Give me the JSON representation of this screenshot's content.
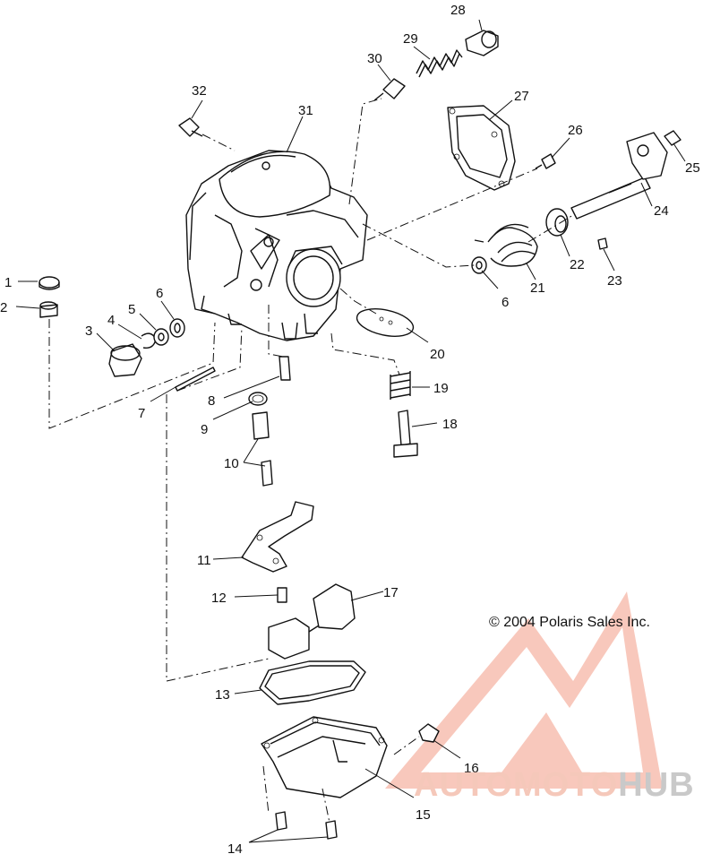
{
  "callouts": [
    "1",
    "2",
    "3",
    "4",
    "5",
    "6",
    "7",
    "8",
    "9",
    "10",
    "11",
    "12",
    "13",
    "14",
    "15",
    "16",
    "17",
    "18",
    "19",
    "20",
    "21",
    "6",
    "23",
    "24",
    "25",
    "26",
    "27",
    "28",
    "29",
    "30",
    "31",
    "32",
    "22"
  ],
  "copyright": "© 2004 Polaris Sales Inc.",
  "watermark": {
    "part1": "AUTOMOTO",
    "part2": "HUB",
    "color1": "#f5c8ba",
    "color2": "#c9c9c9",
    "logo_color": "#f6b6a6"
  },
  "colors": {
    "line": "#111111",
    "background": "#ffffff"
  }
}
